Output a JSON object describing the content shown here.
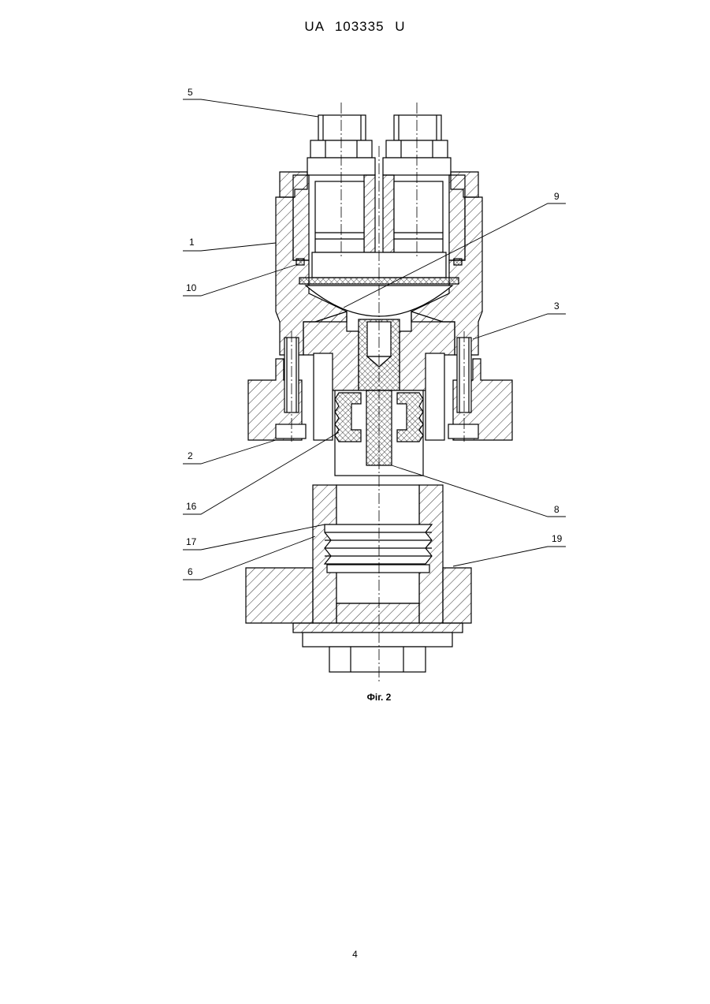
{
  "document": {
    "header": "UA 103335 U",
    "page_number": "4",
    "figure_caption": "Фіг. 2"
  },
  "labels": {
    "l1": "1",
    "l2": "2",
    "l3": "3",
    "l5": "5",
    "l6": "6",
    "l8": "8",
    "l9": "9",
    "l10": "10",
    "l16": "16",
    "l17": "17",
    "l19": "19"
  }
}
